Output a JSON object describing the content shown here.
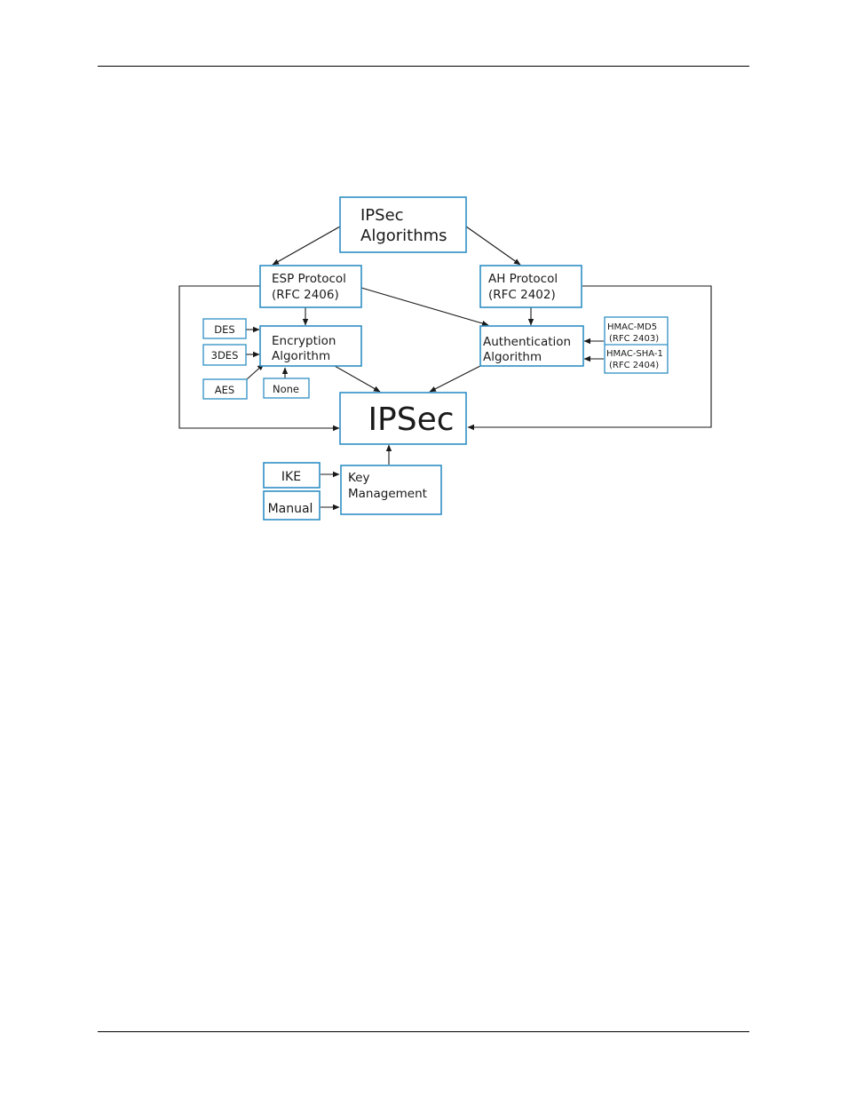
{
  "diagram": {
    "top": {
      "line1": "IPSec",
      "line2": "Algorithms"
    },
    "esp": {
      "line1": "ESP Protocol",
      "line2": "(RFC 2406)"
    },
    "ah": {
      "line1": "AH Protocol",
      "line2": "(RFC 2402)"
    },
    "encryption": {
      "line1": "Encryption",
      "line2": "Algorithm"
    },
    "authentication": {
      "line1": "Authentication",
      "line2": "Algorithm"
    },
    "ciphers": {
      "des": "DES",
      "tdes": "3DES",
      "aes": "AES",
      "none": "None"
    },
    "hmac": {
      "md5": "HMAC-MD5",
      "md5_rfc": "(RFC 2403)",
      "sha1": "HMAC-SHA-1",
      "sha1_rfc": "(RFC 2404)"
    },
    "ipsec": "IPSec",
    "keymgmt": {
      "line1": "Key",
      "line2": "Management"
    },
    "ike": "IKE",
    "manual": "Manual"
  },
  "colors": {
    "box_border": "#2e8fc4",
    "line": "#1a1a1a"
  }
}
